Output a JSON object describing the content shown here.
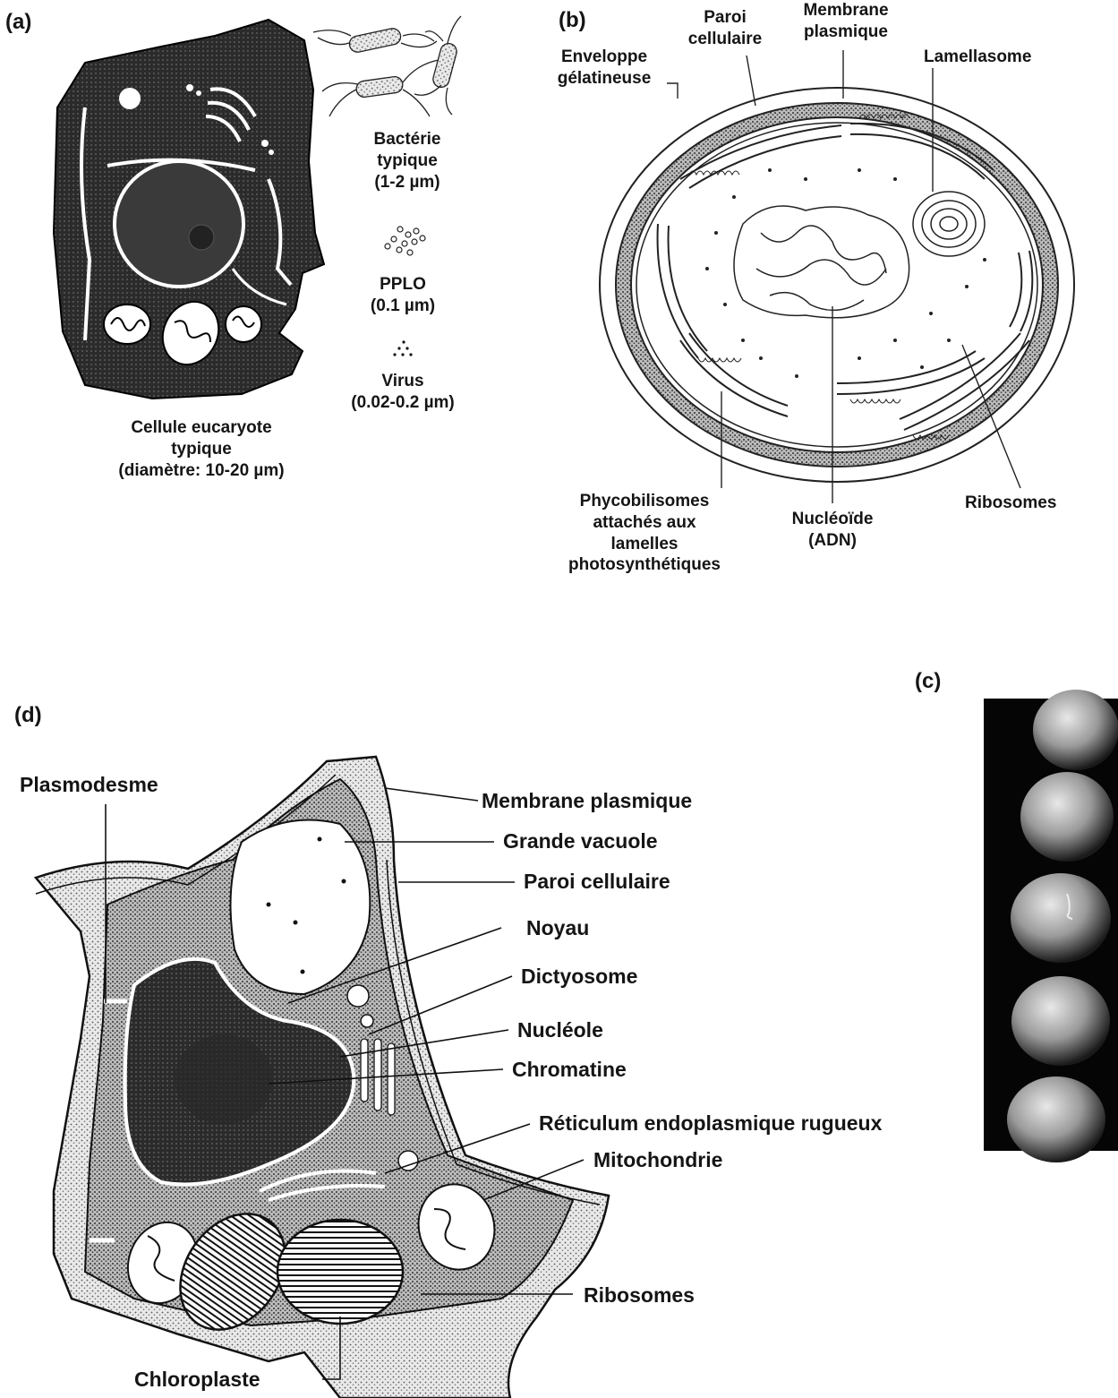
{
  "panels": {
    "a": "(a)",
    "b": "(b)",
    "c": "(c)",
    "d": "(d)"
  },
  "panel_a": {
    "eukaryote_label": [
      "Cellule eucaryote",
      "typique",
      "(diamètre: 10-20 µm)"
    ],
    "bacteria_label": [
      "Bactérie",
      "typique",
      "(1-2 µm)"
    ],
    "pplo_label": [
      "PPLO",
      "(0.1 µm)"
    ],
    "virus_label": [
      "Virus",
      "(0.02-0.2 µm)"
    ]
  },
  "panel_b": {
    "enveloppe": [
      "Enveloppe",
      "gélatineuse"
    ],
    "paroi": [
      "Paroi",
      "cellulaire"
    ],
    "membrane": [
      "Membrane",
      "plasmique"
    ],
    "lamellasome": "Lamellasome",
    "phycobilisomes": [
      "Phycobilisomes",
      "attachés aux",
      "lamelles",
      "photosynthétiques"
    ],
    "nucleoide": [
      "Nucléoïde",
      "(ADN)"
    ],
    "ribosomes": "Ribosomes"
  },
  "panel_d": {
    "plasmodesme": "Plasmodesme",
    "labels": [
      "Membrane plasmique",
      "Grande vacuole",
      "Paroi cellulaire",
      "Noyau",
      "Dictyosome",
      "Nucléole",
      "Chromatine",
      "Réticulum endoplasmique rugueux",
      "Mitochondrie",
      "Ribosomes"
    ],
    "chloroplaste": "Chloroplaste"
  },
  "colors": {
    "ink": "#151515",
    "dark_cytoplasm": "#2a2a2a",
    "stipple": "#9a9a9a",
    "background": "#ffffff"
  }
}
